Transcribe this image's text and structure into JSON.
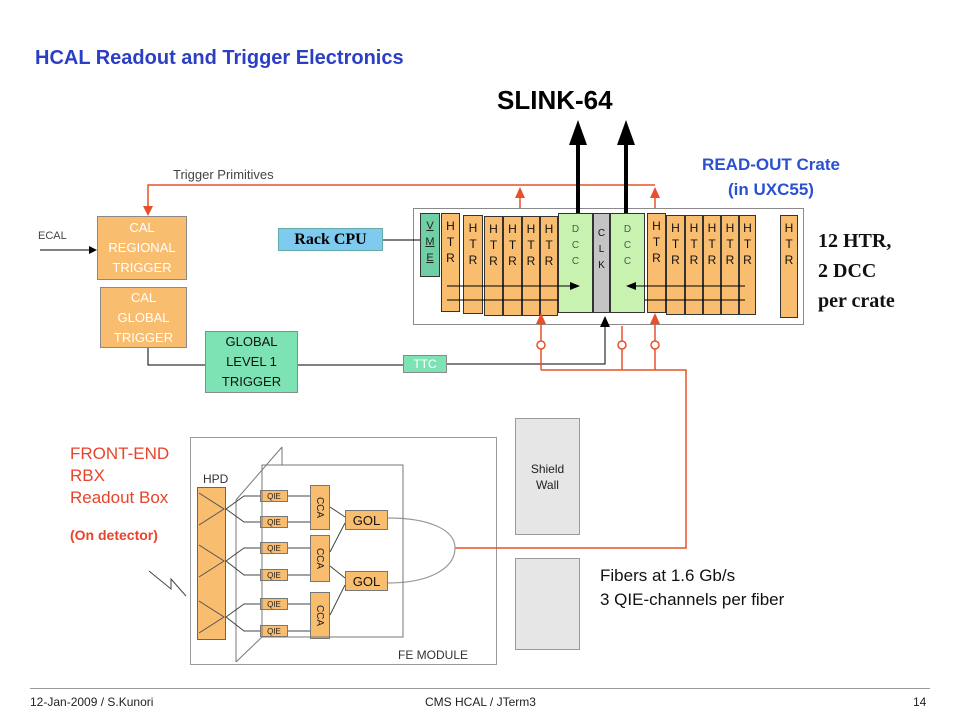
{
  "slide": {
    "title": "HCAL Readout and Trigger Electronics"
  },
  "slink": "SLINK-64",
  "readout_crate": {
    "line1": "READ-OUT Crate",
    "line2": "(in UXC55)"
  },
  "trigger_primitives": "Trigger Primitives",
  "ecal": "ECAL",
  "cal_regional_trigger": [
    "CAL",
    "REGIONAL",
    "TRIGGER"
  ],
  "cal_global_trigger": [
    "CAL",
    "GLOBAL",
    "TRIGGER"
  ],
  "global_level1_trigger": [
    "GLOBAL",
    "LEVEL 1",
    "TRIGGER"
  ],
  "ttc": "TTC",
  "rack_cpu": "Rack CPU",
  "crate": {
    "vme": [
      "V",
      "M",
      "E"
    ],
    "htr": [
      "H",
      "T",
      "R"
    ],
    "dcc": [
      "D",
      "C",
      "C"
    ],
    "clk": [
      "C",
      "L",
      "K"
    ]
  },
  "crate_note": [
    "12 HTR,",
    "2 DCC",
    "per crate"
  ],
  "front_end": [
    "FRONT-END",
    "RBX",
    "Readout Box"
  ],
  "on_detector": "(On detector)",
  "fe_module": {
    "label": "FE  MODULE",
    "hpd": "HPD",
    "qie": "QIE",
    "cca": "CCA",
    "gol": "GOL"
  },
  "shield_wall": [
    "Shield",
    "Wall"
  ],
  "fibers": [
    "Fibers at 1.6 Gb/s",
    "3 QIE-channels per fiber"
  ],
  "footer": {
    "left": "12-Jan-2009  / S.Kunori",
    "center": "CMS HCAL / JTerm3",
    "page": "14"
  },
  "colors": {
    "title_blue": "#2b3fc6",
    "signal_red": "#e8502a",
    "board_orange": "#f9bd70",
    "trigger_green": "#7de3b5",
    "dcc_green": "#c7f2b0",
    "cpu_blue": "#7ecbef",
    "clk_gray": "#c4c4c4",
    "shield_gray": "#e6e6e6"
  }
}
